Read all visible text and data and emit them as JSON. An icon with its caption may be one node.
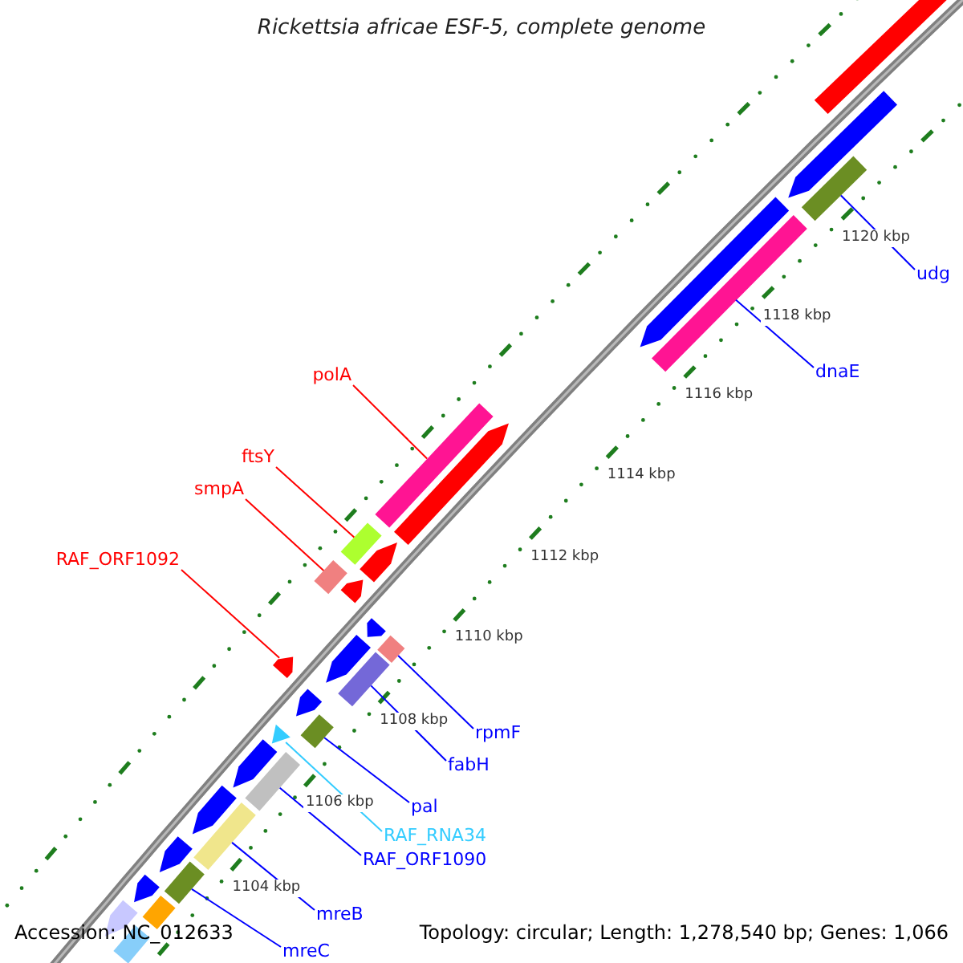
{
  "diagram": {
    "title": "Rickettsia africae ESF-5, complete genome",
    "nodes": [
      {
        "text": [
          "polA"
        ]
      },
      {
        "text": [
          "ftsY"
        ]
      },
      {
        "text": [
          "smpA"
        ]
      },
      {
        "text": [
          "RAF_ORF1092"
        ]
      },
      {
        "text": [
          "udg"
        ]
      },
      {
        "text": [
          "dnaE"
        ]
      },
      {
        "text": [
          "rpmF"
        ]
      },
      {
        "text": [
          "fabH"
        ]
      },
      {
        "text": [
          "pal"
        ]
      },
      {
        "text": [
          "RAF_RNA34"
        ]
      },
      {
        "text": [
          "RAF_ORF1090"
        ]
      },
      {
        "text": [
          "mreB"
        ]
      },
      {
        "text": [
          "mreC"
        ]
      },
      {
        "text": [],
        "shape": "arrow"
      },
      {
        "text": [],
        "shape": "arrow"
      },
      {
        "text": [],
        "shape": "bar"
      },
      {
        "text": [],
        "shape": "arrow"
      },
      {
        "text": [],
        "shape": "bar"
      },
      {
        "text": [],
        "shape": "bar"
      },
      {
        "text": [],
        "shape": "arrow"
      },
      {
        "text": [],
        "shape": "bar"
      },
      {
        "text": [],
        "shape": "arrow"
      },
      {
        "text": [],
        "shape": "bar"
      },
      {
        "text": [],
        "shape": "arrow"
      },
      {
        "text": [],
        "shape": "arrow"
      },
      {
        "text": [],
        "shape": "bar"
      },
      {
        "text": [],
        "shape": "arrow"
      },
      {
        "text": [],
        "shape": "bar"
      },
      {
        "text": [],
        "shape": "arrow"
      },
      {
        "text": [],
        "shape": "arrow"
      },
      {
        "text": [],
        "shape": "bar"
      },
      {
        "text": [],
        "shape": "triangle"
      },
      {
        "text": [],
        "shape": "arrow"
      },
      {
        "text": [],
        "shape": "bar"
      },
      {
        "text": [],
        "shape": "arrow"
      },
      {
        "text": [],
        "shape": "bar"
      },
      {
        "text": [],
        "shape": "arrow"
      },
      {
        "text": [],
        "shape": "bar"
      },
      {
        "text": [],
        "shape": "arrow"
      },
      {
        "text": [],
        "shape": "bar"
      },
      {
        "text": [],
        "shape": "arrow"
      },
      {
        "text": [],
        "shape": "bar"
      }
    ],
    "edges": [
      {
        "from": 0,
        "to": 18,
        "arrow": "none",
        "color": "#ff0000"
      },
      {
        "from": 1,
        "to": 20,
        "arrow": "none",
        "color": "#ff0000"
      },
      {
        "from": 2,
        "to": 22,
        "arrow": "none",
        "color": "#ff0000"
      },
      {
        "from": 3,
        "to": 28,
        "arrow": "none",
        "color": "#ff0000"
      },
      {
        "from": 4,
        "to": 15,
        "arrow": "none"
      },
      {
        "from": 5,
        "to": 17,
        "arrow": "none"
      },
      {
        "from": 6,
        "to": 25,
        "arrow": "none"
      },
      {
        "from": 7,
        "to": 27,
        "arrow": "none"
      },
      {
        "from": 8,
        "to": 30,
        "arrow": "none"
      },
      {
        "from": 9,
        "to": 31,
        "arrow": "none",
        "color": "#33ccff"
      },
      {
        "from": 10,
        "to": 33,
        "arrow": "none"
      },
      {
        "from": 11,
        "to": 35,
        "arrow": "none"
      },
      {
        "from": 12,
        "to": 37,
        "arrow": "none"
      }
    ],
    "labels": [
      "1120 kbp",
      "1118 kbp",
      "1116 kbp",
      "1114 kbp",
      "1112 kbp",
      "1110 kbp",
      "1108 kbp",
      "1106 kbp",
      "1104 kbp",
      "Accession: NC_012633",
      "Topology: circular; Length: 1,278,540 bp; Genes: 1,066"
    ]
  }
}
